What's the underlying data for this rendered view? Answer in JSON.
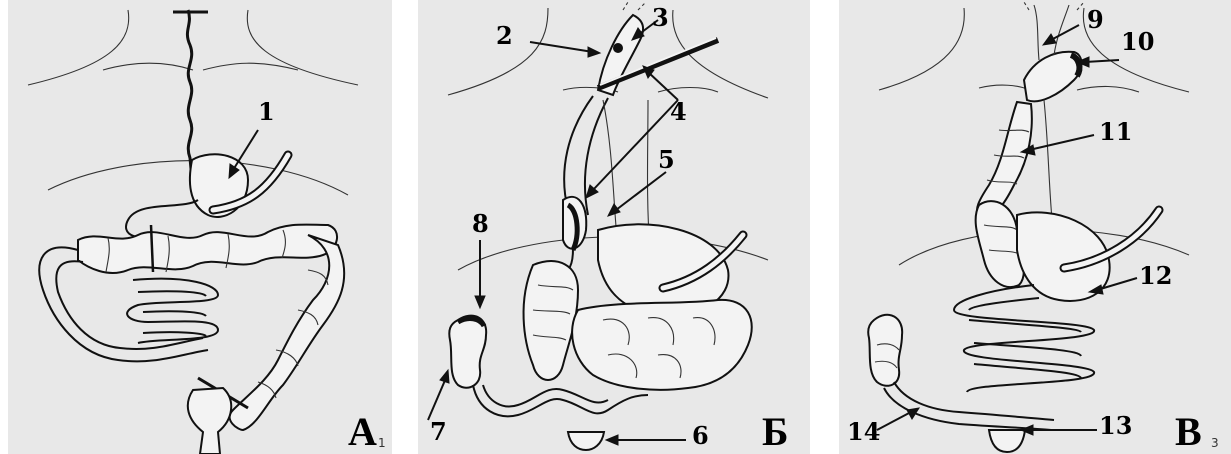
{
  "panels": [
    {
      "letter": "А",
      "sub": "1"
    },
    {
      "letter": "Б",
      "sub": ""
    },
    {
      "letter": "В",
      "sub": "3"
    }
  ],
  "labels": {
    "l1": "1",
    "l2": "2",
    "l3": "3",
    "l4": "4",
    "l5": "5",
    "l6": "6",
    "l7": "7",
    "l8": "8",
    "l9": "9",
    "l10": "10",
    "l11": "11",
    "l12": "12",
    "l13": "13",
    "l14": "14"
  },
  "colors": {
    "paper": "#e8e8e8",
    "ink": "#111111"
  }
}
